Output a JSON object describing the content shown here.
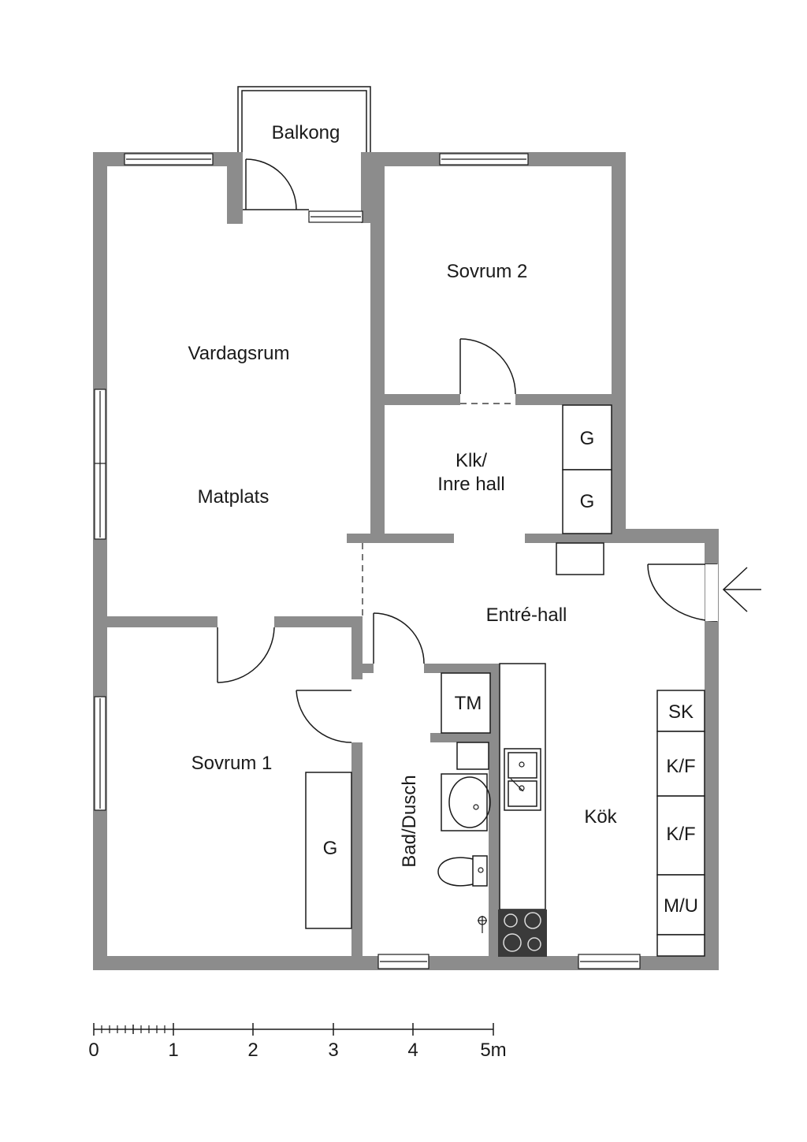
{
  "rooms": {
    "balkong": "Balkong",
    "sovrum2": "Sovrum 2",
    "vardagsrum": "Vardagsrum",
    "matplats": "Matplats",
    "klk_line1": "Klk/",
    "klk_line2": "Inre hall",
    "entre_hall": "Entré-hall",
    "sovrum1": "Sovrum 1",
    "bad_dusch": "Bad/Dusch",
    "kok": "Kök"
  },
  "fixtures": {
    "g_top": "G",
    "g_mid": "G",
    "g_sovrum1": "G",
    "tm": "TM",
    "sk": "SK",
    "kf1": "K/F",
    "kf2": "K/F",
    "mu": "M/U"
  },
  "scale": {
    "labels": [
      "0",
      "1",
      "2",
      "3",
      "4",
      "5m"
    ]
  }
}
